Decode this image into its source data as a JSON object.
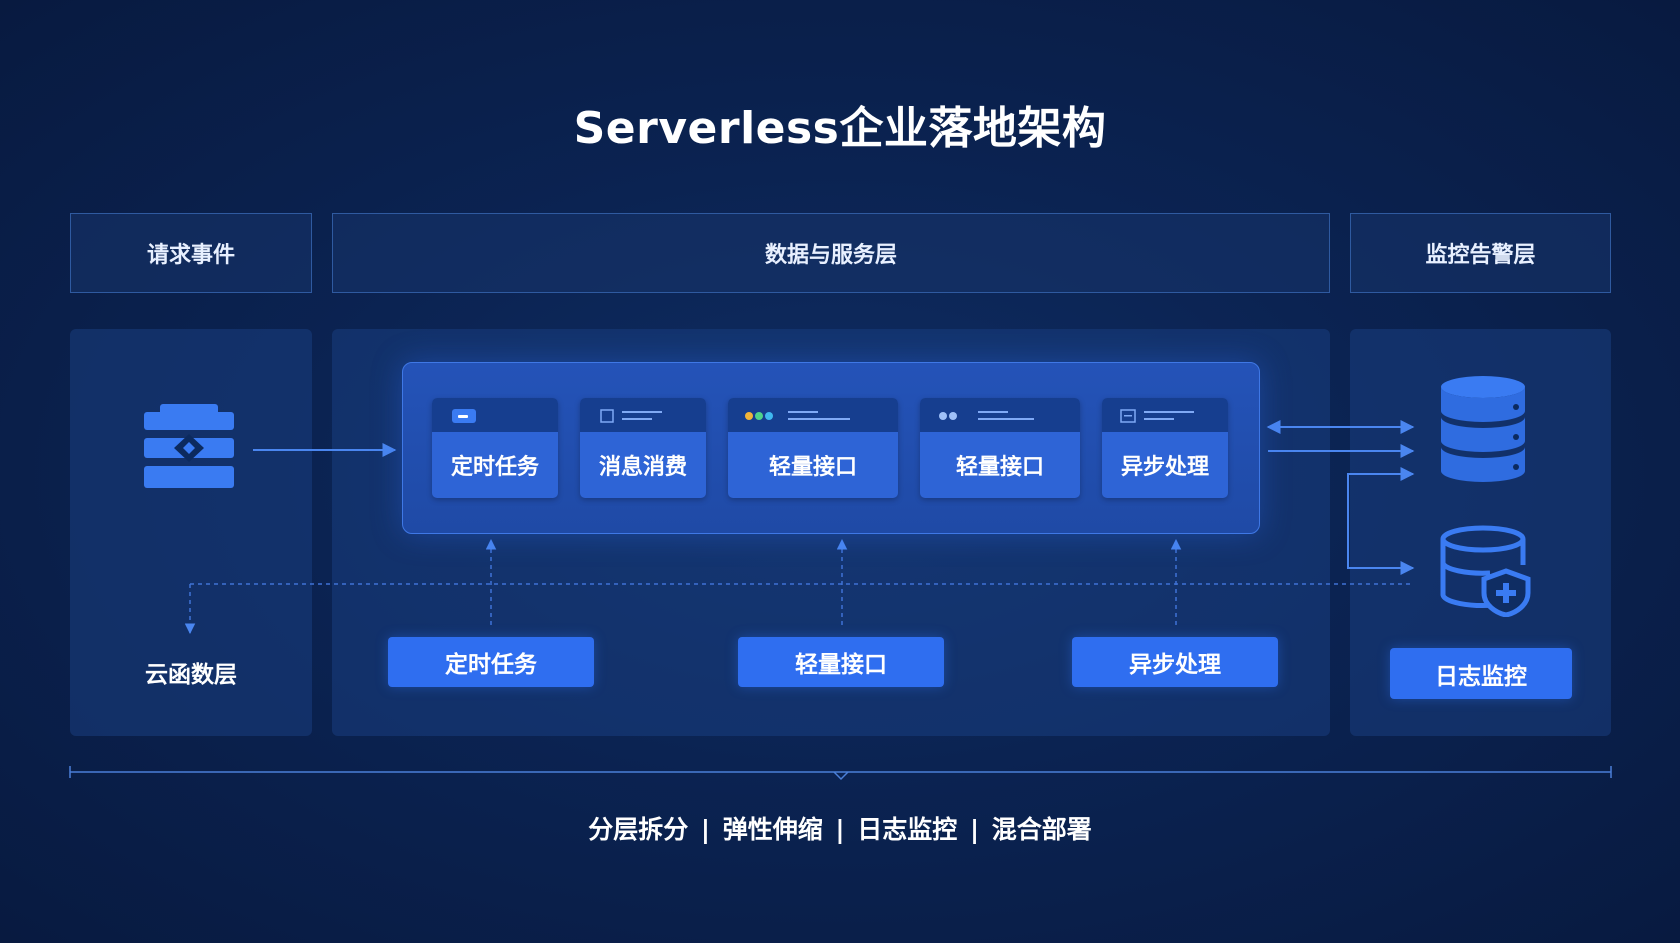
{
  "title": "Serverless企业落地架构",
  "headers": {
    "left": "请求事件",
    "middle": "数据与服务层",
    "right": "监控告警层"
  },
  "left_panel": {
    "icon": "server-stack-icon",
    "label": "云函数层"
  },
  "service_cards": [
    {
      "label": "定时任务",
      "icon": "window-minus-icon"
    },
    {
      "label": "消息消费",
      "icon": "window-list-icon"
    },
    {
      "label": "轻量接口",
      "icon": "window-dots-icon"
    },
    {
      "label": "轻量接口",
      "icon": "window-dots-icon"
    },
    {
      "label": "异步处理",
      "icon": "window-list-icon"
    }
  ],
  "bottom_buttons": [
    {
      "label": "定时任务"
    },
    {
      "label": "轻量接口"
    },
    {
      "label": "异步处理"
    }
  ],
  "right_panel": {
    "icons": [
      "database-icon",
      "database-shield-icon"
    ],
    "button_label": "日志监控"
  },
  "footer": "分层拆分 | 弹性伸缩 | 日志监控 | 混合部署",
  "colors": {
    "background": "#0b2352",
    "accent": "#2f6ef0",
    "card": "#2e64d6",
    "line": "#4a86f0"
  }
}
